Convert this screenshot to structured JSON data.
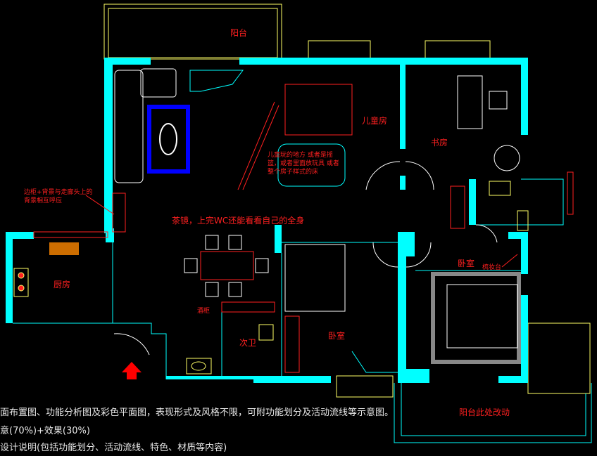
{
  "rooms": {
    "balcony_top": "阳台",
    "children_room": "儿童房",
    "study": "书房",
    "kitchen": "厨房",
    "bedroom_master": "卧室",
    "bedroom_middle": "卧室",
    "second_bath": "次卫",
    "balcony_note": "阳台此处改动"
  },
  "annotations": {
    "side_cabinet": "边柜+背景与走廊头上的背景相互呼应",
    "children_play": "儿童玩的地方  或者是摇篮，或者里面放玩具  或者整个房子样式的床",
    "mirror": "茶镜，上完WC还能看看自己的全身",
    "dresser": "梳妆台",
    "wine_cabinet": "酒柜"
  },
  "description": {
    "line1": "面布置图、功能分析图及彩色平面图，表现形式及风格不限，可附功能划分及活动流线等示意图。",
    "line2": "意(70%)+效果(30%)",
    "line3": "设计说明(包括功能划分、活动流线、特色、材质等内容)"
  },
  "colors": {
    "wall": "#00ffff",
    "outline": "#ffff66",
    "text": "#ff2020",
    "furniture": "#ffffff",
    "rug": "#0000ff"
  }
}
